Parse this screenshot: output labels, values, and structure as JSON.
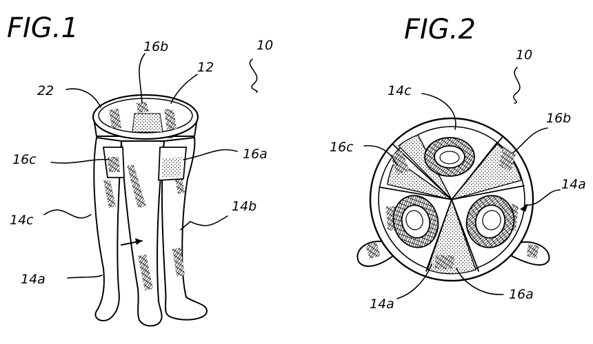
{
  "figure1": {
    "title": "FIG.1",
    "labels": {
      "ref_10": "10",
      "ref_16b": "16b",
      "ref_12": "12",
      "ref_22": "22",
      "ref_16c": "16c",
      "ref_16a": "16a",
      "ref_14c": "14c",
      "ref_14b": "14b",
      "ref_14a": "14a"
    }
  },
  "figure2": {
    "title": "FIG.2",
    "labels": {
      "ref_10": "10",
      "ref_14c": "14c",
      "ref_16b": "16b",
      "ref_16c": "16c",
      "ref_14a_right": "14a",
      "ref_14a_bottom": "14a",
      "ref_16a": "16a"
    }
  },
  "colors": {
    "ink": "#000000",
    "paper": "#ffffff"
  }
}
